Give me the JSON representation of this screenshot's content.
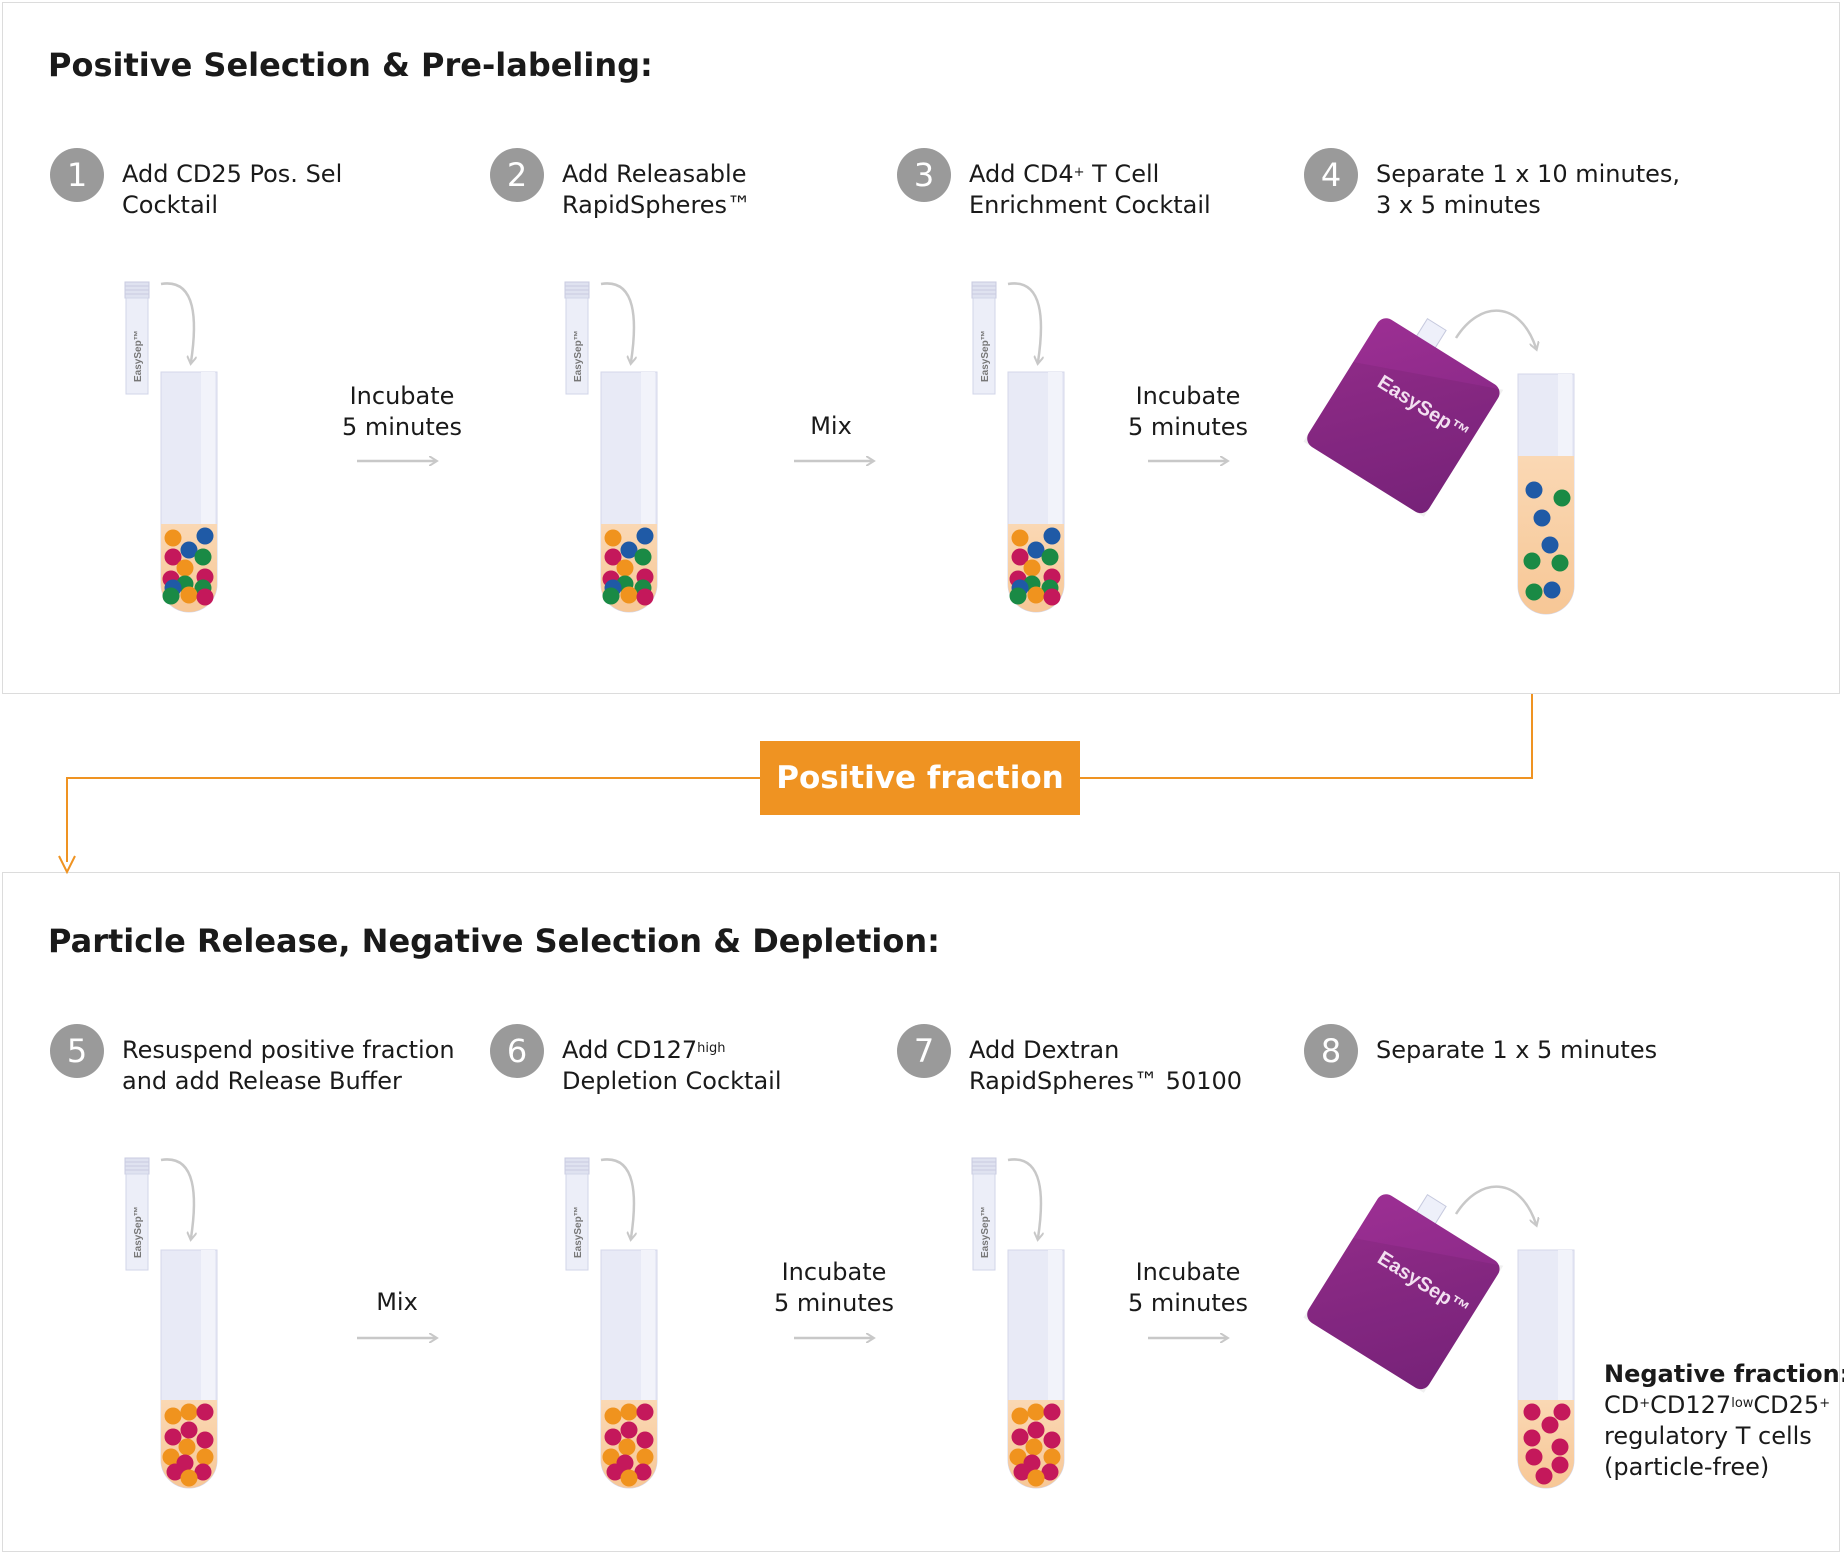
{
  "colors": {
    "orange_accent": "#ef9322",
    "step_circle": "#9a9a9a",
    "magnet_purple": "#8e2a8a",
    "liquid": "#f9cfa2",
    "tube": "#e6e8f5",
    "cell_orange": "#f0931e",
    "cell_blue": "#1f5aa6",
    "cell_green": "#1a8a45",
    "cell_magenta": "#c4185b"
  },
  "top_section": {
    "title": "Positive Selection & Pre-labeling:",
    "steps": [
      {
        "num": "1",
        "line1": "Add CD25 Pos. Sel",
        "line2": "Cocktail"
      },
      {
        "num": "2",
        "line1": "Add Releasable",
        "line2": "RapidSpheres™"
      },
      {
        "num": "3",
        "line1_pre": "Add CD4",
        "line1_sup": "+",
        "line1_post": " T Cell",
        "line2": "Enrichment Cocktail"
      },
      {
        "num": "4",
        "line1": "Separate 1 x 10 minutes,",
        "line2": "3 x 5 minutes"
      }
    ],
    "arrows": [
      {
        "line1": "Incubate",
        "line2": "5 minutes"
      },
      {
        "line1": "Mix",
        "line2": ""
      },
      {
        "line1": "Incubate",
        "line2": "5 minutes"
      }
    ]
  },
  "fraction_label": "Positive fraction",
  "bottom_section": {
    "title": "Particle Release, Negative Selection & Depletion:",
    "steps": [
      {
        "num": "5",
        "line1": "Resuspend positive fraction",
        "line2": "and add Release Buffer"
      },
      {
        "num": "6",
        "line1_pre": "Add CD127",
        "line1_sup": "high",
        "line1_post": "",
        "line2": "Depletion Cocktail"
      },
      {
        "num": "7",
        "line1": "Add Dextran",
        "line2": "RapidSpheres™ 50100"
      },
      {
        "num": "8",
        "line1": "Separate 1 x 5 minutes",
        "line2": ""
      }
    ],
    "arrows": [
      {
        "line1": "Mix",
        "line2": ""
      },
      {
        "line1": "Incubate",
        "line2": "5 minutes"
      },
      {
        "line1": "Incubate",
        "line2": "5 minutes"
      }
    ]
  },
  "negative_fraction": {
    "heading": "Negative fraction:",
    "cd_a": "CD",
    "sup_a": "+",
    "cd_b": "CD127",
    "sup_b": "low",
    "cd_c": "CD25",
    "sup_c": "+",
    "line2": "regulatory T cells",
    "line3": "(particle-free)"
  },
  "vial_label": "EasySep™",
  "magnet_label": "EasySep™"
}
